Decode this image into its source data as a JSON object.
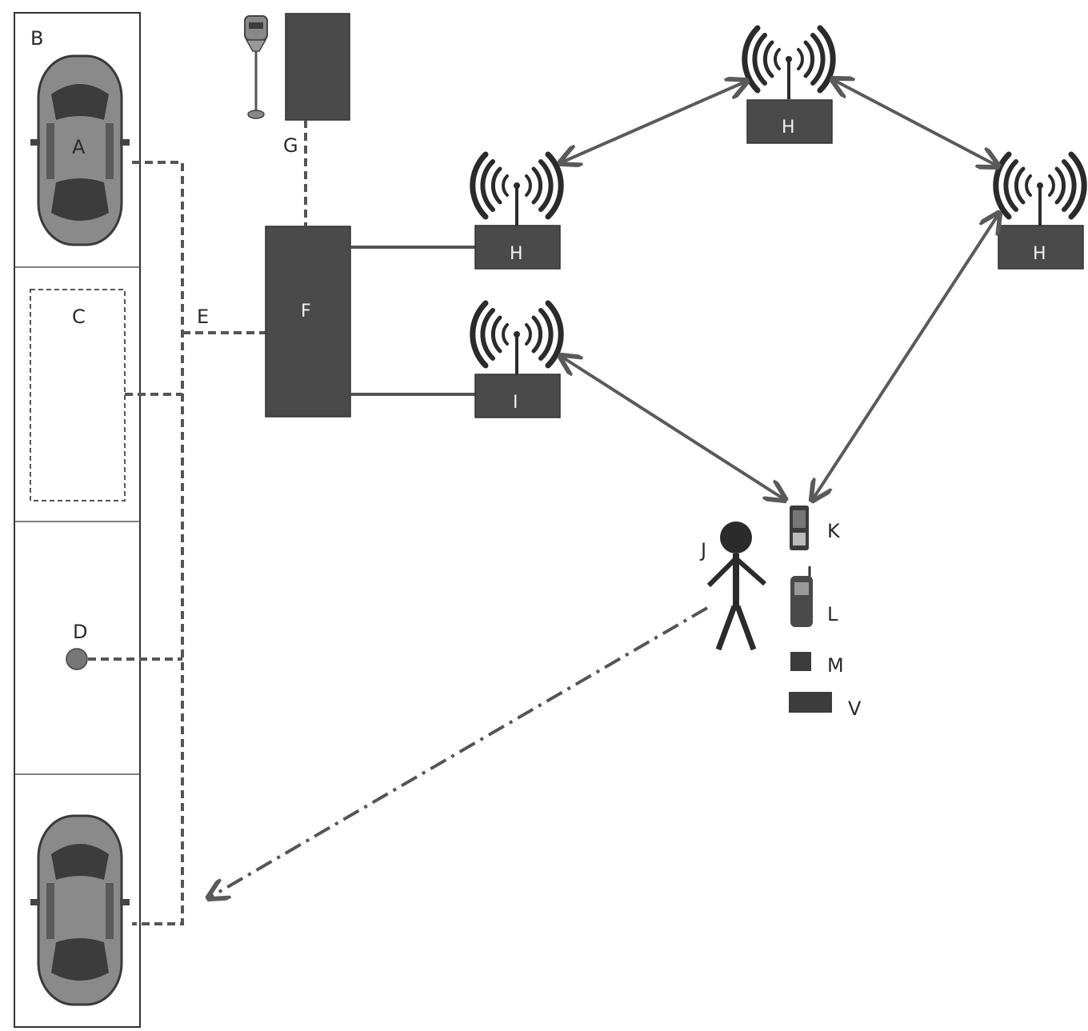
{
  "labels": {
    "parking_strip": "B",
    "car_top": "A",
    "empty_space": "C",
    "sensor": "D",
    "bus": "E",
    "controller": "F",
    "meter_link": "G",
    "antenna_top": "H",
    "antenna_left": "H",
    "antenna_right": "H",
    "access_point": "I",
    "person": "J",
    "smartphone": "K",
    "mobile_phone": "L",
    "tag": "M",
    "card": "V"
  },
  "colors": {
    "dark_box": "#4a4a4a",
    "line": "#555555",
    "car_body": "#8a8a8a",
    "car_glass": "#3c3c3c"
  }
}
